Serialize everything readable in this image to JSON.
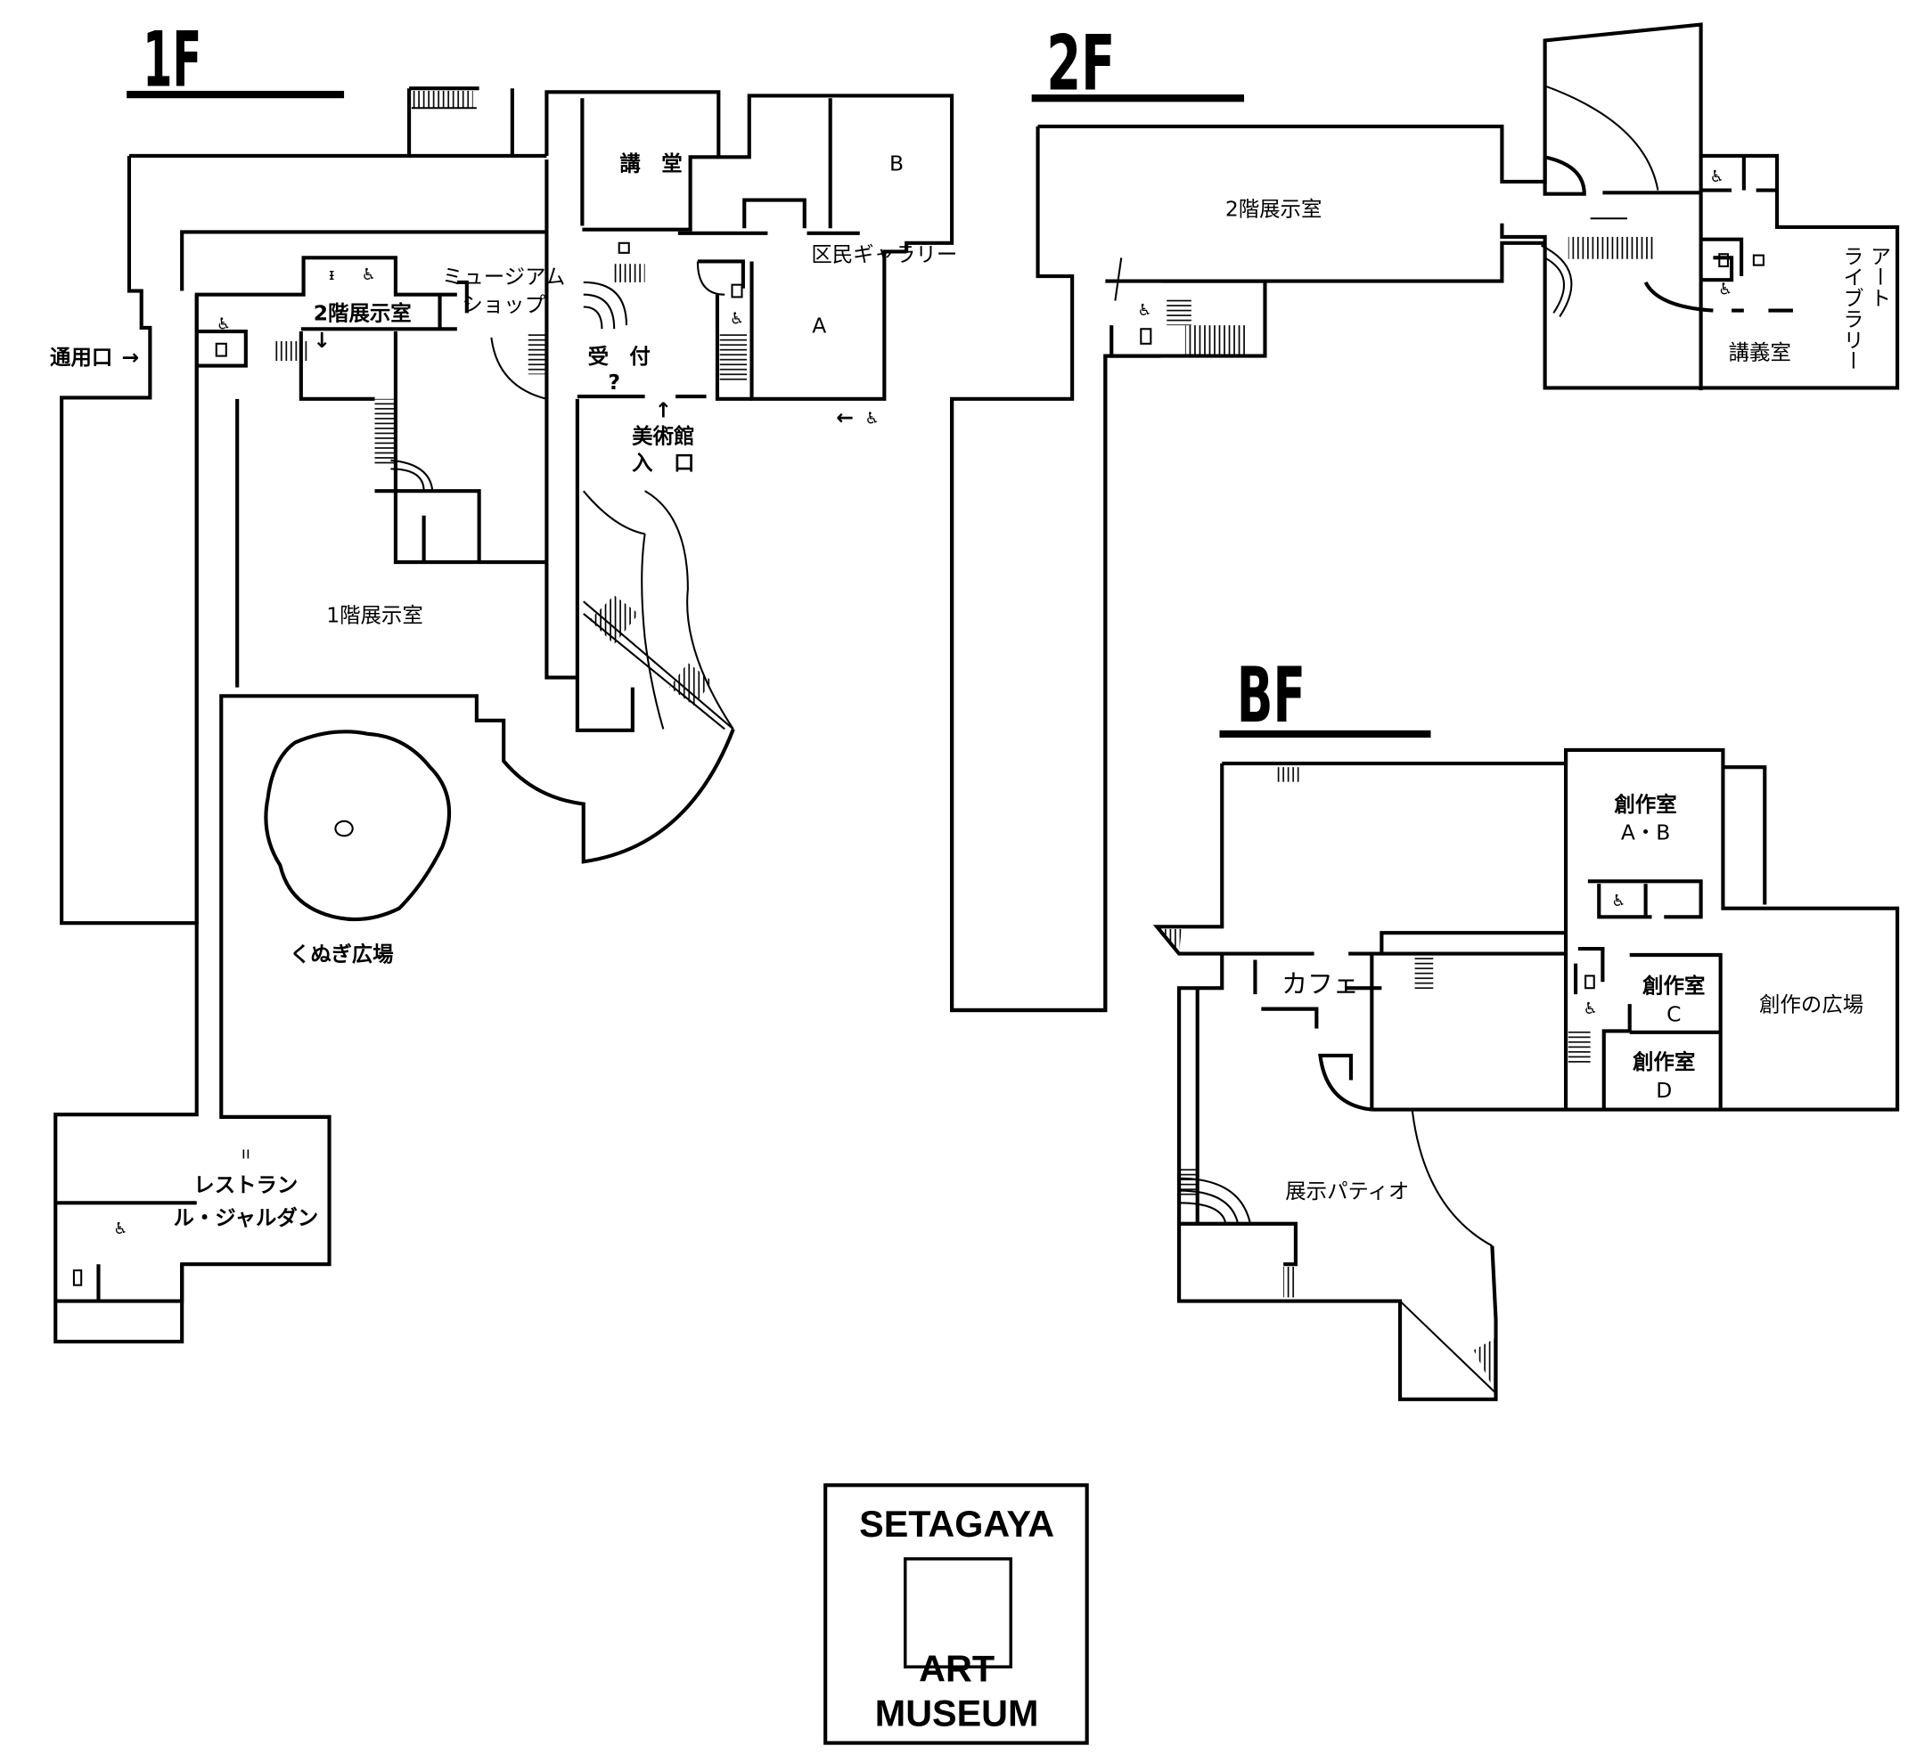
{
  "floors": {
    "f1": {
      "title": "1F",
      "labels": {
        "auditorium": "講　堂",
        "room_b": "B",
        "citizens_gallery": "区民ギャラリー",
        "shop_line1": "ミュージアム",
        "shop_line2": "ショップ",
        "to_2f_gallery": "2階展示室",
        "service_entrance": "通用口",
        "reception": "受　付",
        "info": "?",
        "entrance_line1": "美術館",
        "entrance_line2": "入　口",
        "room_a": "A",
        "gallery_1f": "1階展示室",
        "kunugi_plaza": "くぬぎ広場",
        "restaurant_line1": "レストラン",
        "restaurant_line2": "ル・ジャルダン"
      }
    },
    "f2": {
      "title": "2F",
      "labels": {
        "gallery_2f": "2階展示室",
        "art_library_line1": "アート",
        "art_library_line2": "ライブラリー",
        "lecture_room": "講義室"
      }
    },
    "bf": {
      "title": "BF",
      "labels": {
        "studio_ab_line1": "創作室",
        "studio_ab_line2": "A・B",
        "cafe": "カフェ",
        "studio_c_line1": "創作室",
        "studio_c_line2": "C",
        "studio_d_line1": "創作室",
        "studio_d_line2": "D",
        "creative_plaza": "創作の広場",
        "exhibition_patio": "展示パティオ"
      }
    }
  },
  "icons": {
    "wheelchair": "♿",
    "restroom": "🚻",
    "elevator": "elevator-icon",
    "telephone": "telephone-icon",
    "arrow_right": "→",
    "arrow_left": "←",
    "arrow_up": "↑",
    "arrow_down": "↓",
    "restaurant": "fork-knife-icon"
  },
  "logo": {
    "line1": "SETAGAYA",
    "line2": "ART",
    "line3": "MUSEUM"
  }
}
